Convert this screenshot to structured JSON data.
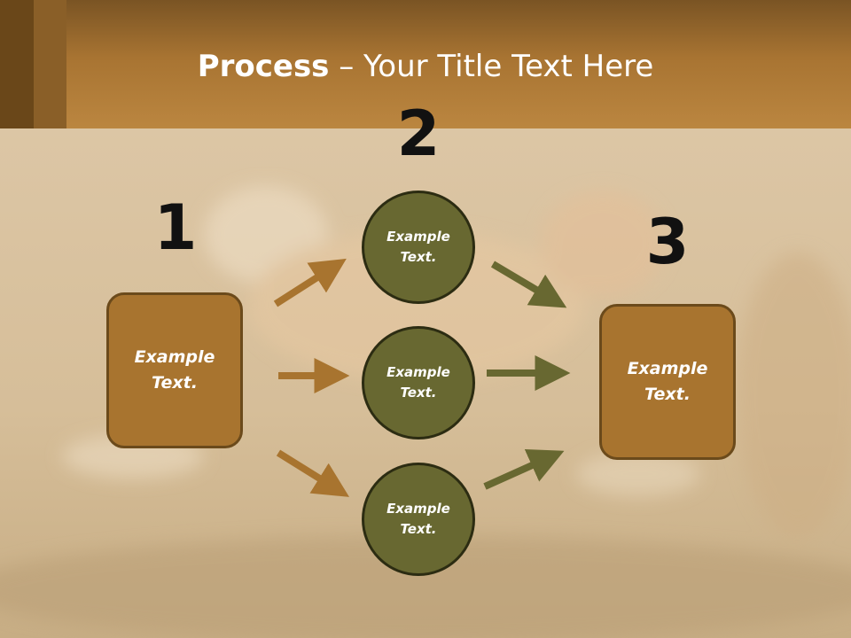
{
  "slide": {
    "title_bold": "Process",
    "title_rest": " – Your Title Text Here"
  },
  "steps": {
    "one": "1",
    "two": "2",
    "three": "3"
  },
  "boxes": {
    "left": "Example Text.",
    "right": "Example Text."
  },
  "circles": {
    "top": "Example Text.",
    "middle": "Example Text.",
    "bottom": "Example Text."
  },
  "colors": {
    "header": "#a87432",
    "box_fill": "#a8742f",
    "box_border": "#6b4a1b",
    "circle_fill": "#686831",
    "circle_border": "#2c2c12",
    "arrow_left": "#a8742f",
    "arrow_right": "#686831"
  }
}
